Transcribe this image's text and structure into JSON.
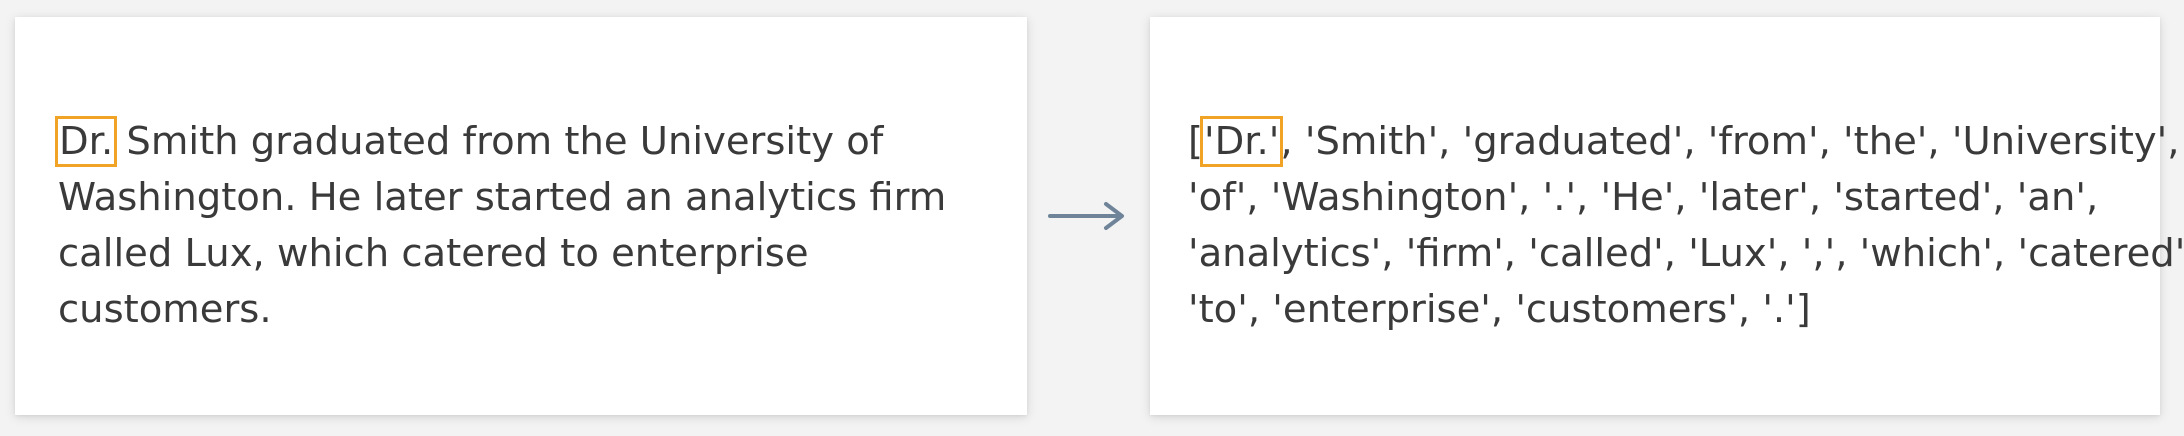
{
  "input_card": {
    "highlight": "Dr.",
    "lines": [
      {
        "before": "",
        "highlight": "Dr.",
        "after": " Smith graduated from the University of"
      },
      {
        "before": "Washington. He later started an analytics firm",
        "highlight": "",
        "after": ""
      },
      {
        "before": "called Lux, which catered to enterprise",
        "highlight": "",
        "after": ""
      },
      {
        "before": "customers.",
        "highlight": "",
        "after": ""
      }
    ]
  },
  "arrow": {
    "icon": "right-arrow-icon",
    "color": "#6f8499"
  },
  "output_card": {
    "lines": [
      {
        "before": "[",
        "highlight": "'Dr.'",
        "after": ", 'Smith', 'graduated', 'from', 'the', 'University',"
      },
      {
        "before": "'of', 'Washington', '.', 'He', 'later', 'started', 'an',",
        "highlight": "",
        "after": ""
      },
      {
        "before": "'analytics', 'firm', 'called', 'Lux', ',', 'which', 'catered',",
        "highlight": "",
        "after": ""
      },
      {
        "before": "'to', 'enterprise', 'customers', '.']",
        "highlight": "",
        "after": ""
      }
    ]
  },
  "colors": {
    "highlight_border": "#f0a324",
    "text": "#3a3a3a",
    "background": "#f3f3f3",
    "card": "#ffffff"
  }
}
